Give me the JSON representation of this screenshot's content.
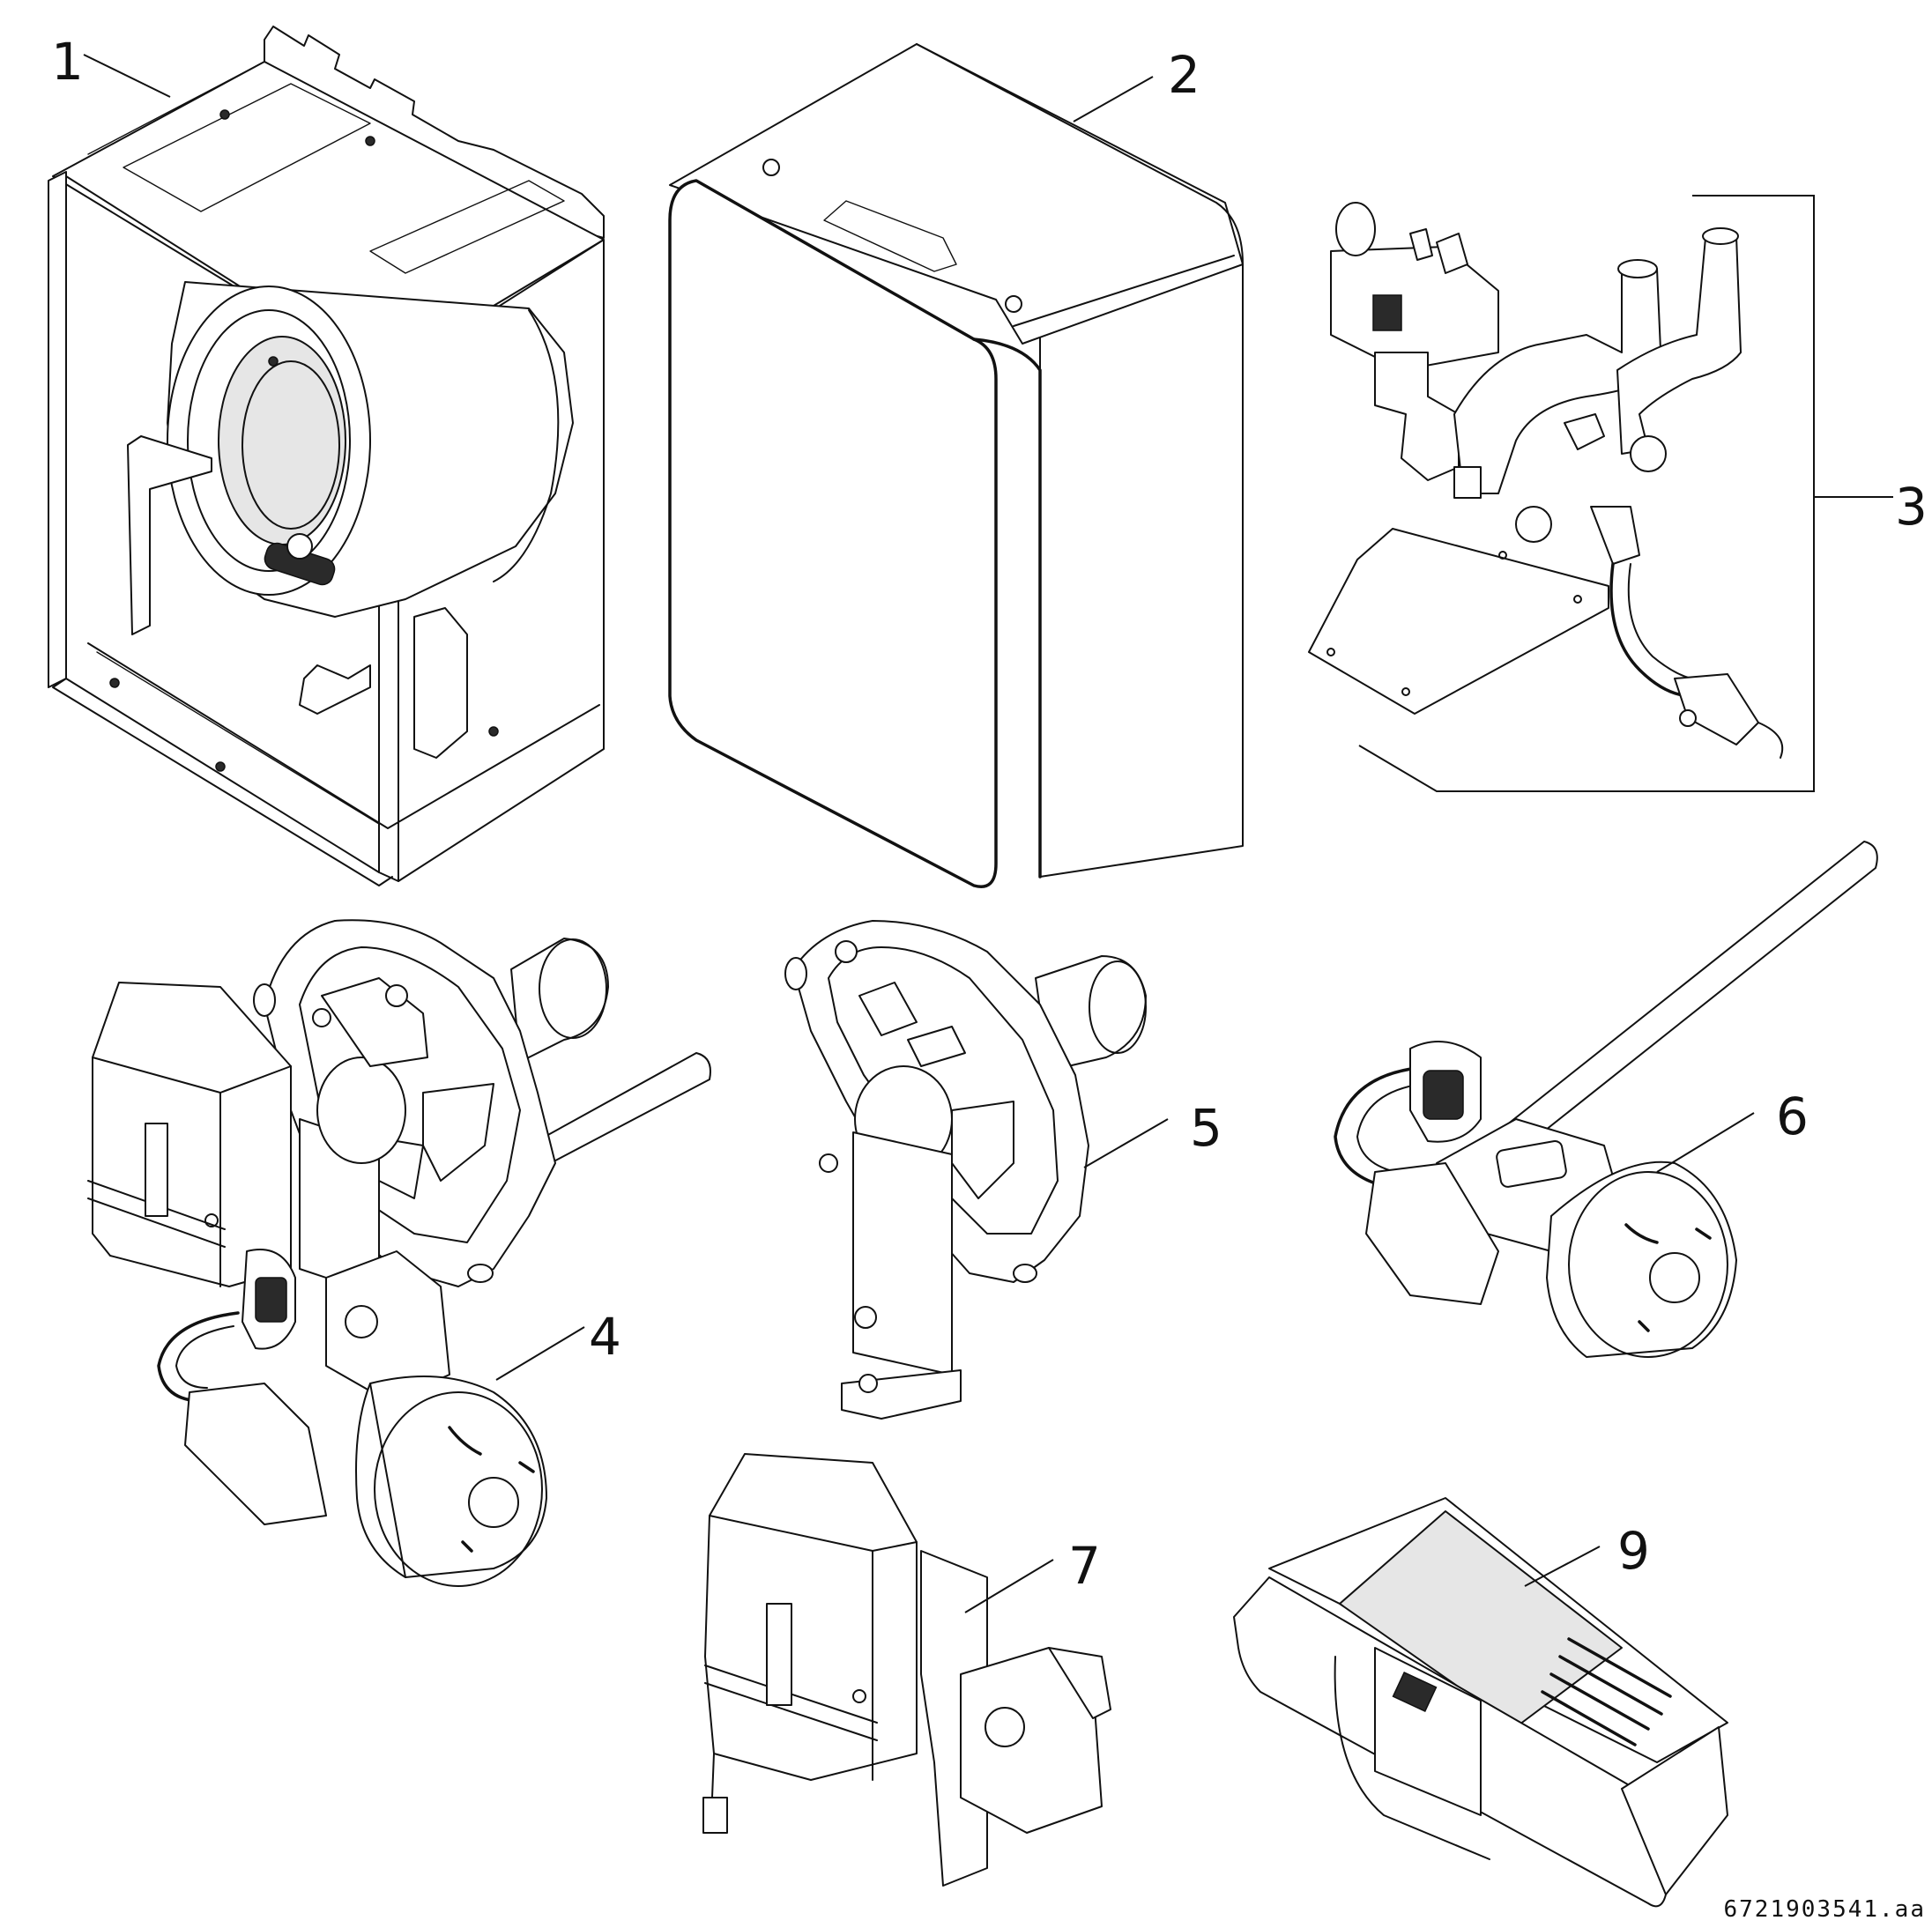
{
  "callouts": {
    "c1": "1",
    "c2": "2",
    "c3": "3",
    "c4": "4",
    "c5": "5",
    "c6": "6",
    "c7": "7",
    "c9": "9"
  },
  "document_id": "6721903541.aa",
  "colors": {
    "line": "#111111",
    "background": "#ffffff"
  }
}
